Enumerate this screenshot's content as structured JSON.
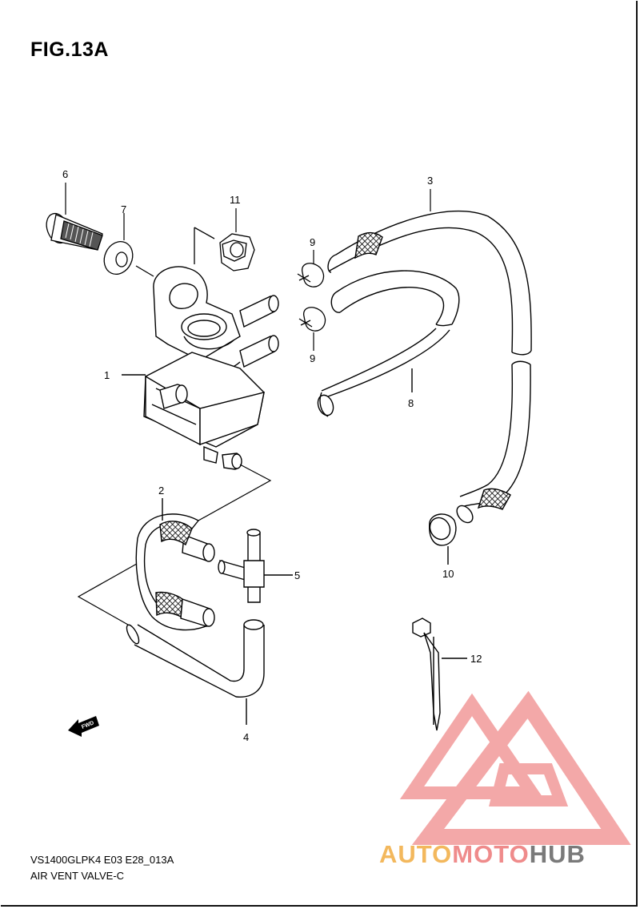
{
  "figure": {
    "title": "FIG.13A",
    "code": "VS1400GLPK4 E03 E28_013A",
    "name": "AIR VENT VALVE-C"
  },
  "callouts": [
    {
      "id": "1",
      "label": "1"
    },
    {
      "id": "2",
      "label": "2"
    },
    {
      "id": "3",
      "label": "3"
    },
    {
      "id": "4",
      "label": "4"
    },
    {
      "id": "5",
      "label": "5"
    },
    {
      "id": "6",
      "label": "6"
    },
    {
      "id": "7",
      "label": "7"
    },
    {
      "id": "8",
      "label": "8"
    },
    {
      "id": "9a",
      "label": "9"
    },
    {
      "id": "9b",
      "label": "9"
    },
    {
      "id": "10",
      "label": "10"
    },
    {
      "id": "11",
      "label": "11"
    },
    {
      "id": "12",
      "label": "12"
    }
  ],
  "fwd_arrow": {
    "label": "FWD"
  },
  "watermark": {
    "part1": "AUTO",
    "part2": "MOTO",
    "part3": "HUB",
    "colors": {
      "part1": "#f3b85d",
      "part2": "#ef8b8b",
      "part3": "#7a7a7a",
      "logo": "#f29a9a"
    }
  }
}
